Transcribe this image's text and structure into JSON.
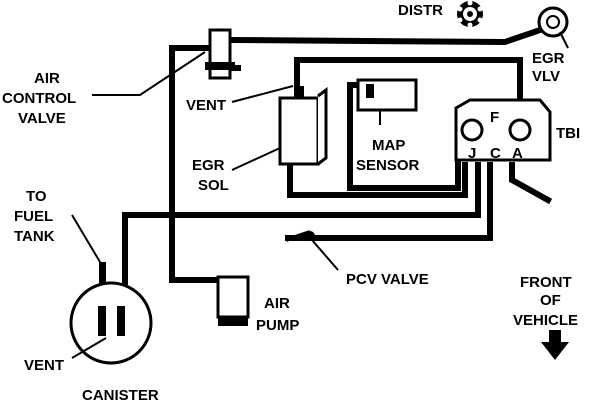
{
  "labels": {
    "distr": "DISTR",
    "egr_vlv_1": "EGR",
    "egr_vlv_2": "VLV",
    "air_control_1": "AIR",
    "air_control_2": "CONTROL",
    "air_control_3": "VALVE",
    "vent_top": "VENT",
    "egr_sol_1": "EGR",
    "egr_sol_2": "SOL",
    "map_1": "MAP",
    "map_2": "SENSOR",
    "tbi": "TBI",
    "port_f": "F",
    "port_j": "J",
    "port_c": "C",
    "port_a": "A",
    "to_fuel_1": "TO",
    "to_fuel_2": "FUEL",
    "to_fuel_3": "TANK",
    "pcv_valve": "PCV VALVE",
    "air_pump_1": "AIR",
    "air_pump_2": "PUMP",
    "front_1": "FRONT",
    "front_2": "OF",
    "front_3": "VEHICLE",
    "vent_bottom": "VENT",
    "canister": "CANISTER"
  },
  "icons": {
    "distributor": "distributor-cap-icon",
    "egr_valve": "egr-valve-icon",
    "front_arrow": "down-arrow-icon"
  }
}
